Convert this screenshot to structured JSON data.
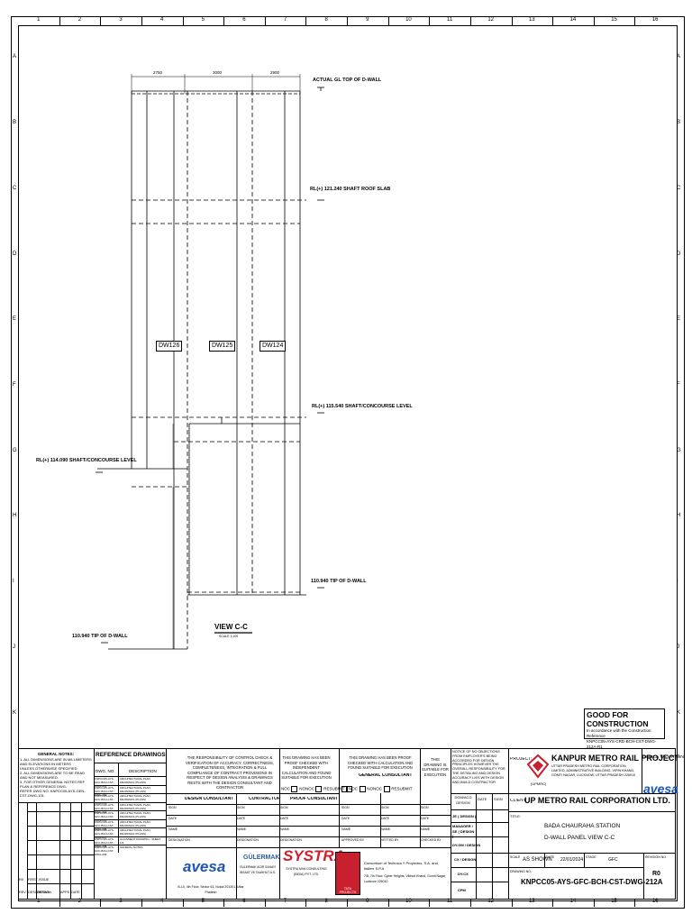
{
  "frame": {
    "columns": [
      "1",
      "2",
      "3",
      "4",
      "5",
      "6",
      "7",
      "8",
      "9",
      "10",
      "11",
      "12",
      "13",
      "14",
      "15",
      "16"
    ],
    "rows": [
      "A",
      "B",
      "C",
      "D",
      "E",
      "F",
      "G",
      "H",
      "I",
      "J",
      "K"
    ]
  },
  "drawing": {
    "dims": [
      "2750",
      "3000",
      "2900"
    ],
    "levels": {
      "actual_gl": "ACTUAL GL TOP OF D-WALL",
      "roof_slab": "RL(+) 121.240 SHAFT ROOF SLAB",
      "concourse_right": "RL(+) 115.540 SHAFT/CONCOURSE LEVEL",
      "concourse_left": "RL(+) 114.090 SHAFT/CONCOURSE LEVEL",
      "tip_right": "110.940 TIP OF D-WALL",
      "tip_left": "110.940 TIP OF D-WALL"
    },
    "panels": [
      "DW126",
      "DW125",
      "DW124"
    ],
    "view_title": "VIEW C-C",
    "view_scale": "SCALE 1:100"
  },
  "stamp": {
    "title": "GOOD FOR CONSTRUCTION",
    "line1": "In accordance with the Construction Reference",
    "line2": "KNPCC05-AYS-CRD-BCH-CST-DWG-212A-R1"
  },
  "titleblock": {
    "general_notes_title": "GENERAL NOTES:",
    "general_notes": [
      "1. ALL DIMENSIONS ARE IN MILLIMETERS AND ELEVATIONS IN METERS",
      "UNLESS OTHERWISE SPECIFIED.",
      "2. ALL DIMENSIONS ARE TO BE READ AND NOT MEASURED.",
      "3. FOR OTHER GENERAL NOTES REF PLAN & REFERENCE DWG.",
      "REFER DWG NO. KNPCC05-AYS-GEN-CST-DWG-101."
    ],
    "ref_title": "REFERENCE DRAWINGS",
    "ref_head_no": "DWG. NO.",
    "ref_head_desc": "DESCRIPTION",
    "ref_rows": [
      {
        "no": "KNPCC05-AYS-GFC-BCH-CST-DWG-201",
        "desc": "ARCHITECTURAL PLAN DRAWINGS (PLANS)"
      },
      {
        "no": "KNPCC05-AYS-GFC-BCH-CST-DWG-202",
        "desc": "ARCHITECTURAL PLAN DRAWINGS (PLANS)"
      },
      {
        "no": "KNPCC05-AYS-GFC-BCH-CST-DWG-203",
        "desc": "ARCHITECTURAL PLAN DRAWINGS (PLANS)"
      },
      {
        "no": "KNPCC05-AYS-GFC-BCH-CST-DWG-204",
        "desc": "ARCHITECTURAL PLAN DRAWINGS (PLANS)"
      },
      {
        "no": "KNPCC05-AYS-GFC-BCH-CST-DWG-205",
        "desc": "ARCHITECTURAL PLAN DRAWINGS (PLANS)"
      },
      {
        "no": "KNPCC05-AYS-GFC-BCH-CST-DWG-206",
        "desc": "ARCHITECTURAL PLAN DRAWINGS (PLANS)"
      },
      {
        "no": "KNPCC05-AYS-GFC-BCH-CST-DWG-207",
        "desc": "ARCHITECTURAL PLAN DRAWINGS (PLANS)"
      },
      {
        "no": "KNPCC05-AYS-GFC-BCH-CST-DWG-208",
        "desc": "ALIGNMENT DRAWING - SHEET 1/3"
      },
      {
        "no": "KNPCC05-AYS-GFC-BCH-CST-DWG-209",
        "desc": "GENERAL NOTES"
      }
    ],
    "responsibility": "THE RESPONSIBILITY OF CONTROL CHECK & VERIFICATION OF ACCURACY, CORRECTNESS, COMPLETENESS, INTEGRATION & FULL COMPLIANCE OF CONTRACT PROVISIONS IN RESPECT OF DESIGN ANALYSIS & DRAWINGS RESTS WITH THE DESIGN CONSULTANT AND CONTRACTOR",
    "proof_text": "THIS DRAWING HAS BEEN PROOF CHECKED WITH INDEPENDENT CALCULATION AND FOUND SUITABLE FOR EXECUTION",
    "gc_text": "THIS DRAWING HAS BEEN PROOF CHECKED WITH CALCULATION AND FOUND SUITABLE FOR EXECUTION",
    "suitable_text": "THIS DRAWING IS SUITABLE FOR EXECUTION",
    "notice_text": "NOTICE OF NO OBJECTIONS FROM EMPLOYER'S BEING ACCORDED FOR DESIGN PRINCIPLES HOWEVER THE OVERALL RESPONSIBILITY FOR THE DETAILING AND DESIGN ACCURACY LIES WITH DESIGN AND BUILD CONTRACTOR",
    "noc": "NOC",
    "nonoc": "NONOC",
    "resubmit": "RESUBMIT",
    "general_consultant": "GENERAL CONSULTANT",
    "design_consultant": "DESIGN CONSULTANT",
    "contractor": "CONTRACTOR",
    "proof_consultant": "PROOF CONSULTANT",
    "sign": "SIGN",
    "date": "DATE",
    "name": "NAME",
    "designation": "DESIGNATION",
    "approved_by": "APPROVED BY",
    "vetted_by": "VETTED BY",
    "checked_by": "CHECKED BY",
    "dc_dgm": "DGM/ACG DESIGN",
    "dc_role2": "JE ( DESIGN )",
    "dc_role3": "MANAGER / SE ( DESIGN )",
    "dc_role4": "DY.GM / DESIGN",
    "cx_design": "CX / DESIGN",
    "dy_cx": "DY.CX",
    "cpm": "CPM",
    "date_col": "DATE",
    "sign_col": "SIGN",
    "avesa_small_addr": "B-10, 4th Floor, Sector 63, Noida 201301, Uttar Pradesh",
    "gulermak": "GÜLERMAK",
    "gulermak_addr": "GULERMAK AGIR SANAYI INSAAT VE TAAHHUT A.S.",
    "systra": "SYSTRA",
    "systra_addr": "SYSTRA MVA CONSULTING (INDIA) PVT. LTD.",
    "tpp_logo_text": "TATA PROJECTS",
    "consortium": "Consortium of Technica Y Proyectos, S.A. and Italferr S.P.A",
    "consortium_addr": "7/8, 7th Floor, Cyber Heights, Vibhuti Khand, Gomti Nagar, Lucknow 226010",
    "project_label": "PROJECT:",
    "project_title": "KANPUR METRO RAIL PROJECT",
    "project_sub": "UTTAR PRADESH METRO RAIL CORPORATION LIMITED, ADMINISTRATIVE BUILDING, VIPIN KHAND, GOMTI NAGAR, LUCKNOW, UTTAR PRADESH 226010",
    "upmrc": "(UPMRC)",
    "office_origin": "OFFICE OF ORIGIN",
    "client_label": "CLIENT:",
    "client": "UP METRO RAIL CORPORATION LTD.",
    "title_label": "TITLE:",
    "title1": "BADA CHAURAHA STATION",
    "title2": "D-WALL PANEL VIEW C-C",
    "scale_label": "SCALE",
    "scale": "AS SHOWN",
    "date_label": "DATE",
    "date_val": "22/01/2024",
    "stage_label": "STAGE",
    "stage": "GFC",
    "revision_label": "REVISION NO.",
    "revision": "R0",
    "dwg_label": "DRAWING NO.",
    "dwg_no": "KNPCC05-AYS-GFC-BCH-CST-DWG-212A",
    "avesa": "avesa",
    "rev_head": [
      "REV",
      "DESCRIPTION",
      "DRAWN",
      "APPD",
      "DATE"
    ],
    "rev_row": [
      "R0",
      "FIRST ISSUE",
      "",
      "",
      ""
    ]
  },
  "colors": {
    "avesa_blue": "#1f56b4",
    "systra_red": "#d11f2c",
    "client_red": "#c8202f"
  }
}
